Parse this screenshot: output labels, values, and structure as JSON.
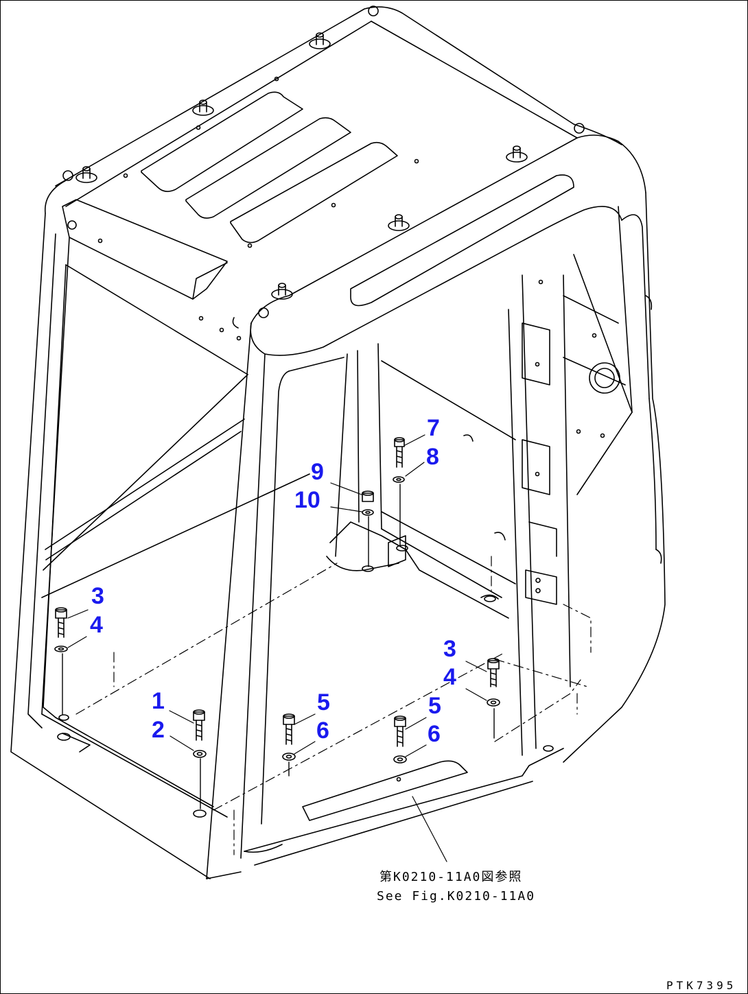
{
  "diagram": {
    "callouts": [
      {
        "id": "c7",
        "label": "7"
      },
      {
        "id": "c8",
        "label": "8"
      },
      {
        "id": "c9",
        "label": "9"
      },
      {
        "id": "c10",
        "label": "10"
      },
      {
        "id": "c3a",
        "label": "3"
      },
      {
        "id": "c4a",
        "label": "4"
      },
      {
        "id": "c1",
        "label": "1"
      },
      {
        "id": "c2",
        "label": "2"
      },
      {
        "id": "c5a",
        "label": "5"
      },
      {
        "id": "c6a",
        "label": "6"
      },
      {
        "id": "c5b",
        "label": "5"
      },
      {
        "id": "c6b",
        "label": "6"
      },
      {
        "id": "c3b",
        "label": "3"
      },
      {
        "id": "c4b",
        "label": "4"
      }
    ],
    "reference_note": {
      "japanese": "第K0210-11A0図参照",
      "english": "See Fig.K0210-11A0"
    },
    "drawing_code": "PTK7395",
    "colors": {
      "line": "#000000",
      "callout": "#1a1aee",
      "background": "#ffffff"
    }
  }
}
